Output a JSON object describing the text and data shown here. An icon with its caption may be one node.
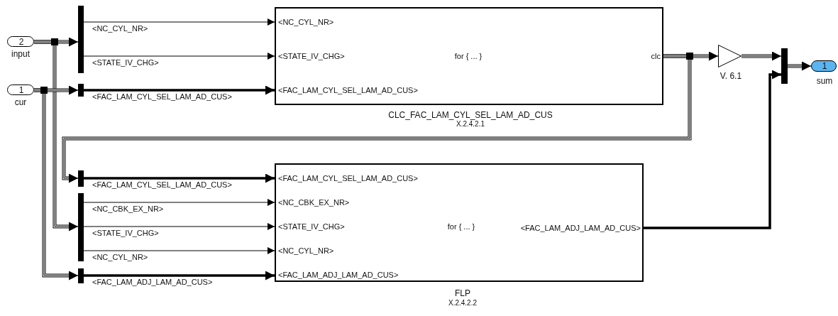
{
  "diagram": {
    "nodes": [
      {
        "text": [
          "2"
        ],
        "beside": [
          "input"
        ]
      },
      {
        "text": [
          "1"
        ],
        "beside": [
          "cur"
        ]
      },
      {
        "text": [],
        "shape": "bar"
      },
      {
        "text": [],
        "shape": "bar"
      },
      {
        "text": [
          "<NC_CYL_NR>",
          "<STATE_IV_CHG>",
          "<FAC_LAM_CYL_SEL_LAM_AD_CUS>",
          "for { ... }",
          "clc"
        ],
        "beside": [
          "CLC_FAC_LAM_CYL_SEL_LAM_AD_CUS",
          "X.2.4.2.1"
        ]
      },
      {
        "text": [],
        "shape": "triangle",
        "beside": [
          "V. 6.1"
        ]
      },
      {
        "text": [],
        "shape": "bar"
      },
      {
        "text": [
          "1"
        ],
        "beside": [
          "sum"
        ]
      },
      {
        "text": [],
        "shape": "bar"
      },
      {
        "text": [],
        "shape": "bar"
      },
      {
        "text": [],
        "shape": "bar"
      },
      {
        "text": [
          "<FAC_LAM_CYL_SEL_LAM_AD_CUS>",
          "<NC_CBK_EX_NR>",
          "<STATE_IV_CHG>",
          "<NC_CYL_NR>",
          "<FAC_LAM_ADJ_LAM_AD_CUS>",
          "for { ... }",
          "<FAC_LAM_ADJ_LAM_AD_CUS>"
        ],
        "beside": [
          "FLP",
          "X.2.4.2.2"
        ]
      }
    ],
    "edges": [
      {
        "from": 0,
        "to": 2,
        "arrow": "to"
      },
      {
        "from": 0,
        "to": 9,
        "arrow": "to"
      },
      {
        "from": 1,
        "to": 3,
        "arrow": "to"
      },
      {
        "from": 1,
        "to": 10,
        "arrow": "to"
      },
      {
        "from": 2,
        "to": 4,
        "arrow": "to",
        "label": "<NC_CYL_NR>"
      },
      {
        "from": 2,
        "to": 4,
        "arrow": "to",
        "label": "<STATE_IV_CHG>"
      },
      {
        "from": 3,
        "to": 4,
        "arrow": "to",
        "label": "<FAC_LAM_CYL_SEL_LAM_AD_CUS>",
        "style": "thick"
      },
      {
        "from": 4,
        "to": 5,
        "arrow": "to"
      },
      {
        "from": 4,
        "to": 8,
        "arrow": "to"
      },
      {
        "from": 5,
        "to": 6,
        "arrow": "to"
      },
      {
        "from": 6,
        "to": 7,
        "arrow": "to"
      },
      {
        "from": 8,
        "to": 11,
        "arrow": "to",
        "label": "<FAC_LAM_CYL_SEL_LAM_AD_CUS>",
        "style": "thick"
      },
      {
        "from": 9,
        "to": 11,
        "arrow": "to",
        "label": "<NC_CBK_EX_NR>"
      },
      {
        "from": 9,
        "to": 11,
        "arrow": "to",
        "label": "<STATE_IV_CHG>"
      },
      {
        "from": 9,
        "to": 11,
        "arrow": "to",
        "label": "<NC_CYL_NR>"
      },
      {
        "from": 10,
        "to": 11,
        "arrow": "to",
        "label": "<FAC_LAM_ADJ_LAM_AD_CUS>",
        "style": "thick"
      },
      {
        "from": 11,
        "to": 6,
        "arrow": "to",
        "style": "thick"
      }
    ]
  }
}
